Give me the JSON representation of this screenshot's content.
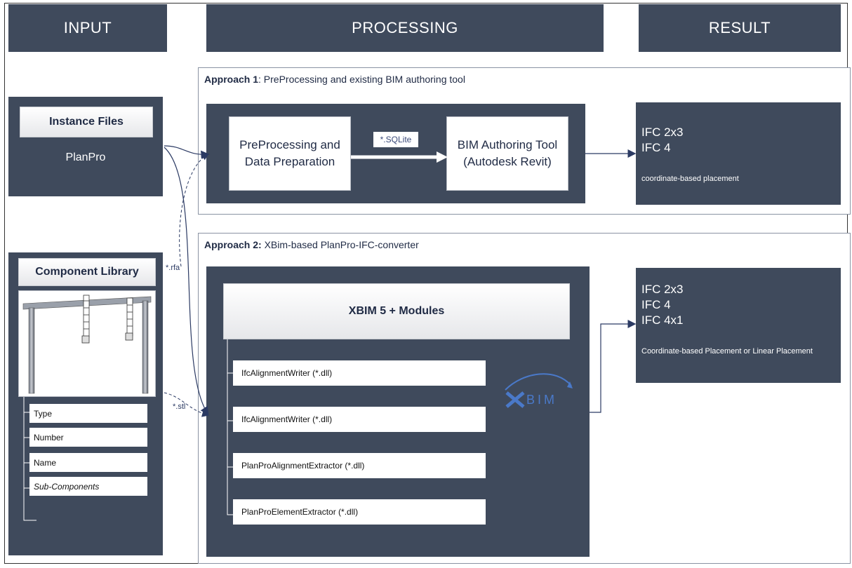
{
  "headers": {
    "input": "INPUT",
    "processing": "PROCESSING",
    "result": "RESULT"
  },
  "input": {
    "instance_files": {
      "title": "Instance Files",
      "subtitle": "PlanPro"
    },
    "component_library": {
      "title": "Component Library",
      "attributes": [
        "Type",
        "Number",
        "Name",
        "Sub-Components"
      ]
    }
  },
  "approach1": {
    "title_bold": "Approach 1",
    "title_rest": ": PreProcessing and existing BIM authoring tool",
    "preprocessing": "PreProcessing and Data Preparation",
    "sqlite_label": "*.SQLite",
    "bim_tool": "BIM Authoring Tool (Autodesk Revit)",
    "result": {
      "lines": [
        "IFC 2x3",
        "IFC 4"
      ],
      "note": "coordinate-based placement"
    }
  },
  "approach2": {
    "title_bold": "Approach 2:",
    "title_rest": " XBim-based PlanPro-IFC-converter",
    "xbim_title": "XBIM 5 + Modules",
    "modules": [
      "IfcAlignmentWriter (*.dll)",
      "IfcAlignmentWriter (*.dll)",
      "PlanProAlignmentExtractor (*.dll)",
      "PlanProElementExtractor (*.dll)"
    ],
    "logo_text": "BIM",
    "result": {
      "lines": [
        "IFC 2x3",
        "IFC 4",
        "IFC 4x1"
      ],
      "note": "Coordinate-based Placement or Linear Placement"
    }
  },
  "connector_labels": {
    "rfa": "*.rfa",
    "stl": "*.stl"
  },
  "colors": {
    "dark_panel": "#3f4a5c",
    "arrow": "#2b3a63",
    "accent_text": "#1f2a44"
  }
}
